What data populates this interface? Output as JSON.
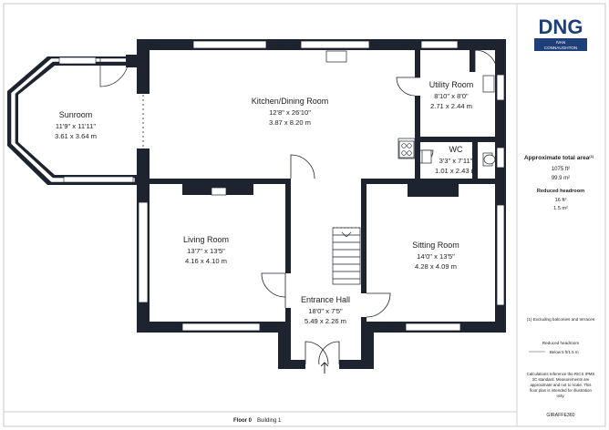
{
  "brand": {
    "logo": "DNG",
    "agent_line1": "IVAN",
    "agent_line2": "CONNAUGHTON",
    "color": "#1f3f7a"
  },
  "rooms": [
    {
      "id": "sunroom",
      "name": "Sunroom",
      "imperial": "11'9\" x 11'11\"",
      "metric": "3.61 x 3.64 m"
    },
    {
      "id": "kitchen",
      "name": "Kitchen/Dining Room",
      "imperial": "12'8\" x 26'10\"",
      "metric": "3.87 x 8.20 m"
    },
    {
      "id": "utility",
      "name": "Utility Room",
      "imperial": "8'10\" x 8'0\"",
      "metric": "2.71 x 2.44 m"
    },
    {
      "id": "wc",
      "name": "WC",
      "imperial": "3'3\" x 7'11\"",
      "metric": "1.01 x 2.43 m"
    },
    {
      "id": "living",
      "name": "Living Room",
      "imperial": "13'7\" x 13'5\"",
      "metric": "4.16 x 4.10 m"
    },
    {
      "id": "sitting",
      "name": "Sitting Room",
      "imperial": "14'0\" x 13'5\"",
      "metric": "4.28 x 4.09 m"
    },
    {
      "id": "hall",
      "name": "Entrance Hall",
      "imperial": "18'0\" x 7'5\"",
      "metric": "5.49 x 2.26 m"
    }
  ],
  "area": {
    "title": "Approximate total area",
    "title_sup": "(1)",
    "imperial": "1075 ft²",
    "metric": "99.9 m²",
    "reduced_title": "Reduced headroom",
    "reduced_imperial": "16 ft²",
    "reduced_metric": "1.5 m²"
  },
  "footnote": "(1) Excluding balconies and terraces",
  "legend": {
    "title": "Reduced headroom",
    "label": "Below 5 ft/1.5 m"
  },
  "disclaimer": [
    "Calculations reference the RICS IPMS",
    "3C standard. Measurements are",
    "approximate and not to scale. This",
    "floor plan is intended for illustration",
    "only."
  ],
  "credit": "GIRAFFE360",
  "floor_label": "Floor 0",
  "building_label": "Building 1"
}
